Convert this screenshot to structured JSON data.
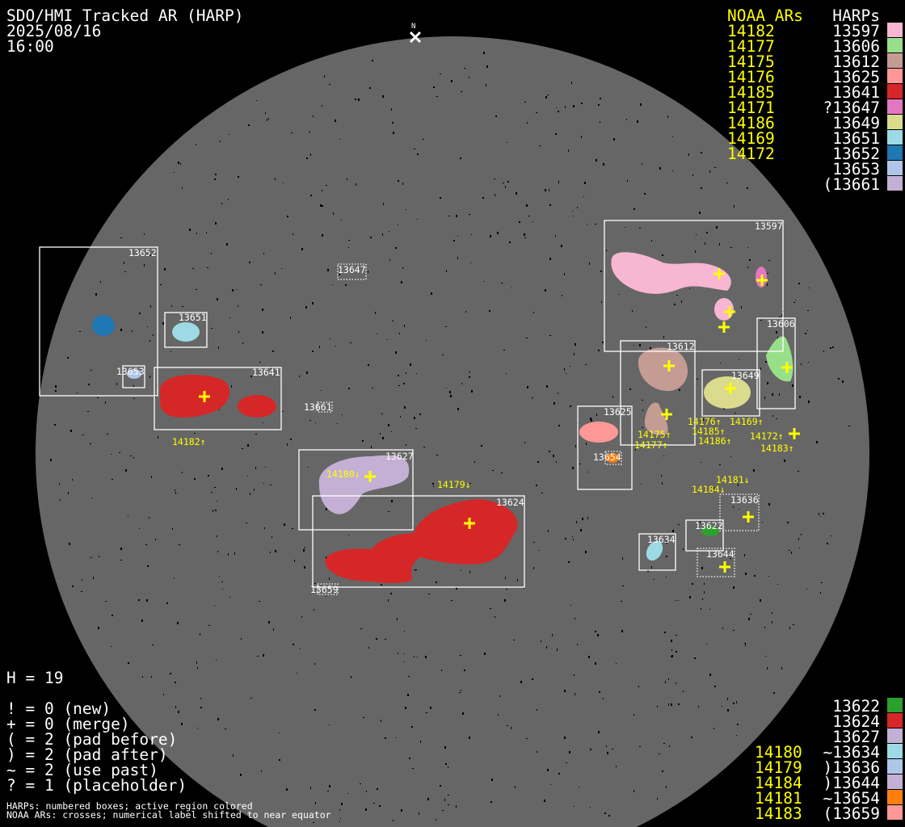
{
  "header": {
    "title": "SDO/HMI Tracked AR (HARP)",
    "date": "2025/08/16",
    "time": "16:00",
    "north": "N"
  },
  "legend_top": {
    "noaa_header": "NOAA ARs",
    "harp_header": "HARPs",
    "rows": [
      {
        "noaa": "14182",
        "harp": "13597",
        "color": "#f7b6d2"
      },
      {
        "noaa": "14177",
        "harp": "13606",
        "color": "#98df8a"
      },
      {
        "noaa": "14175",
        "harp": "13612",
        "color": "#c49c94"
      },
      {
        "noaa": "14176",
        "harp": "13625",
        "color": "#ff9896"
      },
      {
        "noaa": "14185",
        "harp": "13641",
        "color": "#d62728"
      },
      {
        "noaa": "14171",
        "harp": "?13647",
        "color": "#e377c2"
      },
      {
        "noaa": "14186",
        "harp": "13649",
        "color": "#dbdb8d"
      },
      {
        "noaa": "14169",
        "harp": "13651",
        "color": "#9edae5"
      },
      {
        "noaa": "14172",
        "harp": "13652",
        "color": "#1f77b4"
      },
      {
        "noaa": "",
        "harp": "13653",
        "color": "#aec7e8"
      },
      {
        "noaa": "",
        "harp": "(13661",
        "color": "#c5b0d5"
      }
    ]
  },
  "legend_bottom": {
    "rows": [
      {
        "noaa": "",
        "harp": "13622",
        "color": "#2ca02c"
      },
      {
        "noaa": "",
        "harp": "13624",
        "color": "#d62728"
      },
      {
        "noaa": "",
        "harp": "13627",
        "color": "#c5b0d5"
      },
      {
        "noaa": "14180",
        "harp": "~13634",
        "color": "#9edae5"
      },
      {
        "noaa": "14179",
        "harp": ")13636",
        "color": "#aec7e8"
      },
      {
        "noaa": "14184",
        "harp": ")13644",
        "color": "#c5b0d5"
      },
      {
        "noaa": "14181",
        "harp": "~13654",
        "color": "#ff7f0e"
      },
      {
        "noaa": "14183",
        "harp": "(13659",
        "color": "#ff9896"
      }
    ]
  },
  "stats": {
    "h": "H = 19",
    "lines": [
      "! = 0 (new)",
      "+ = 0 (merge)",
      "( = 2 (pad before)",
      ") = 2 (pad after)",
      "~ = 2 (use past)",
      "? = 1 (placeholder)"
    ],
    "footer1": "HARPs: numbered boxes; active region colored",
    "footer2": "NOAA ARs: crosses; numerical label shifted to near equator"
  },
  "harp_labels": [
    "13652",
    "13651",
    "13653",
    "13641",
    "13647",
    "13661",
    "13627",
    "13624",
    "13659",
    "13597",
    "13606",
    "13612",
    "13649",
    "13625",
    "13654",
    "13636",
    "13622",
    "13634",
    "13644"
  ],
  "noaa_labels": [
    "14182↑",
    "14180↓",
    "14179↓",
    "14176↑",
    "14169↑",
    "14185↑",
    "14186↑",
    "14175↑",
    "14177↑",
    "14172↑",
    "14183↑",
    "14181↓",
    "14184↓"
  ]
}
